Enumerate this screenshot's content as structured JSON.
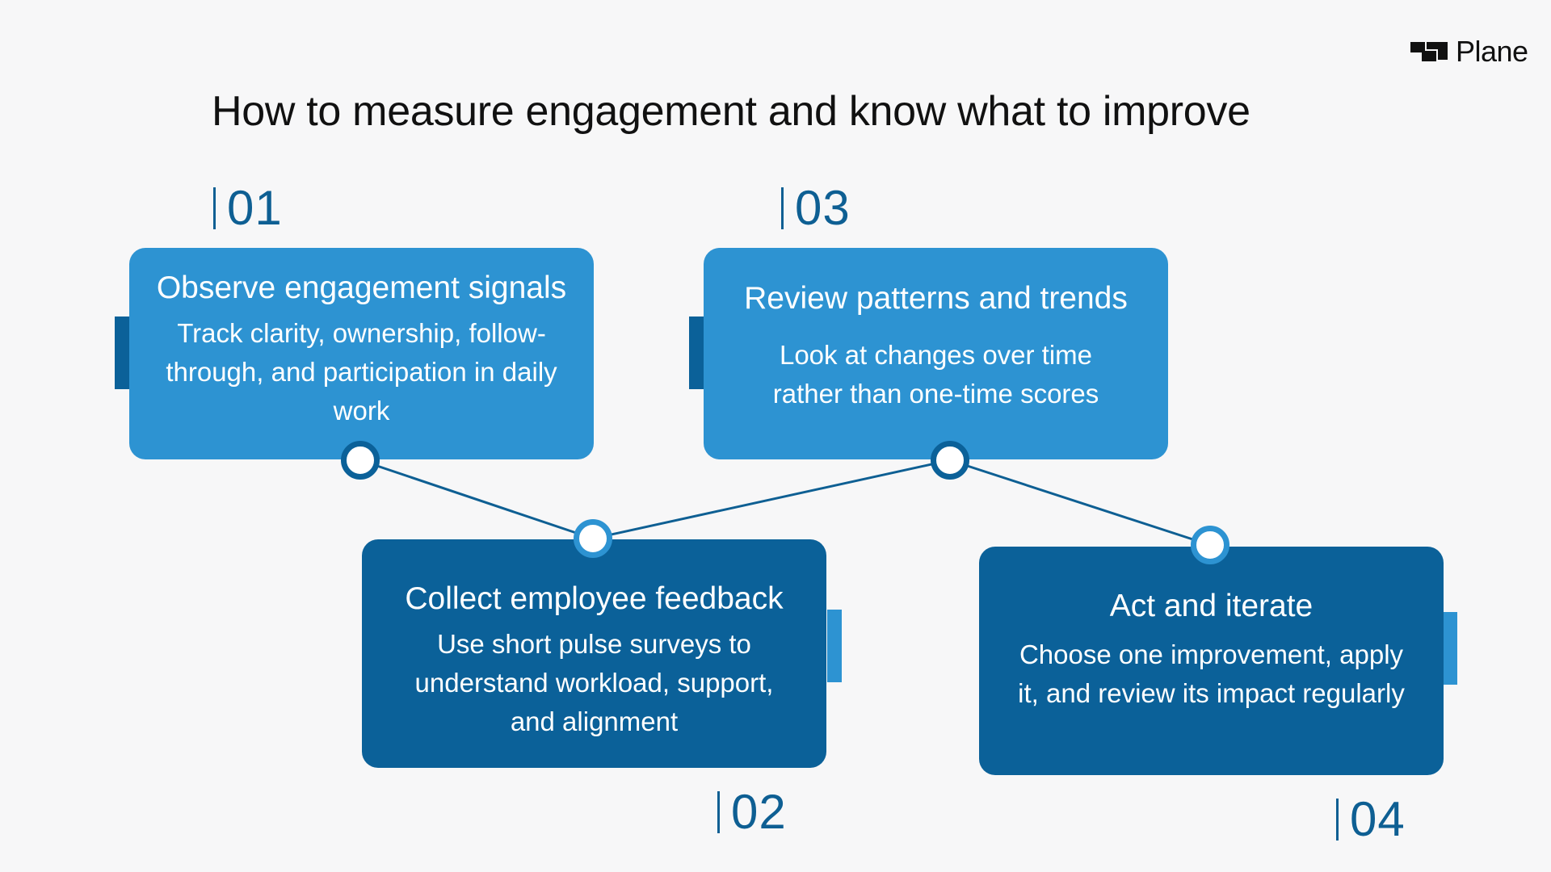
{
  "brand": {
    "name": "Plane"
  },
  "title": "How to measure engagement and know what to improve",
  "colors": {
    "light_card": "#2d93d2",
    "dark_card": "#0b6199",
    "number": "#0e5f93",
    "connector": "#0e5f93"
  },
  "steps": [
    {
      "number": "01",
      "title": "Observe engagement signals",
      "description": "Track clarity, ownership, follow-through, and participation in daily work"
    },
    {
      "number": "02",
      "title": "Collect employee feedback",
      "description": "Use short pulse surveys to understand workload, support, and alignment"
    },
    {
      "number": "03",
      "title": "Review patterns and trends",
      "description": "Look at changes over time rather than one-time scores"
    },
    {
      "number": "04",
      "title": "Act and iterate",
      "description": "Choose one improvement, apply it, and review its impact regularly"
    }
  ]
}
